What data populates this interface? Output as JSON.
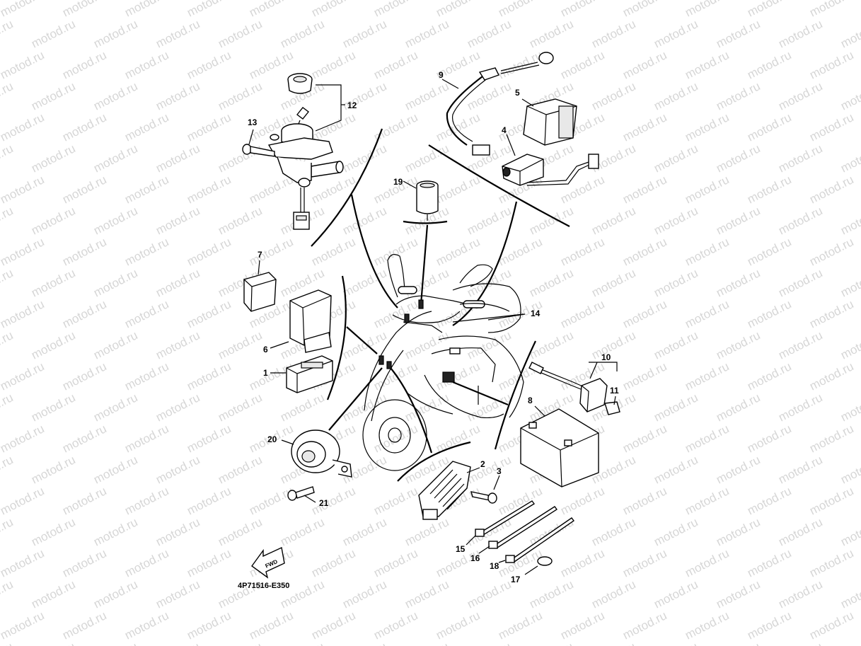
{
  "watermark": "motod.ru",
  "diagram_code": "4P71516-E350",
  "fwd_label": "FWD",
  "callouts": {
    "c1": "1",
    "c2": "2",
    "c3": "3",
    "c4": "4",
    "c5": "5",
    "c6": "6",
    "c7": "7",
    "c8": "8",
    "c9": "9",
    "c10": "10",
    "c11": "11",
    "c12": "12",
    "c13": "13",
    "c14": "14",
    "c15": "15",
    "c16": "16",
    "c17": "17",
    "c18": "18",
    "c19": "19",
    "c20": "20",
    "c21": "21"
  }
}
